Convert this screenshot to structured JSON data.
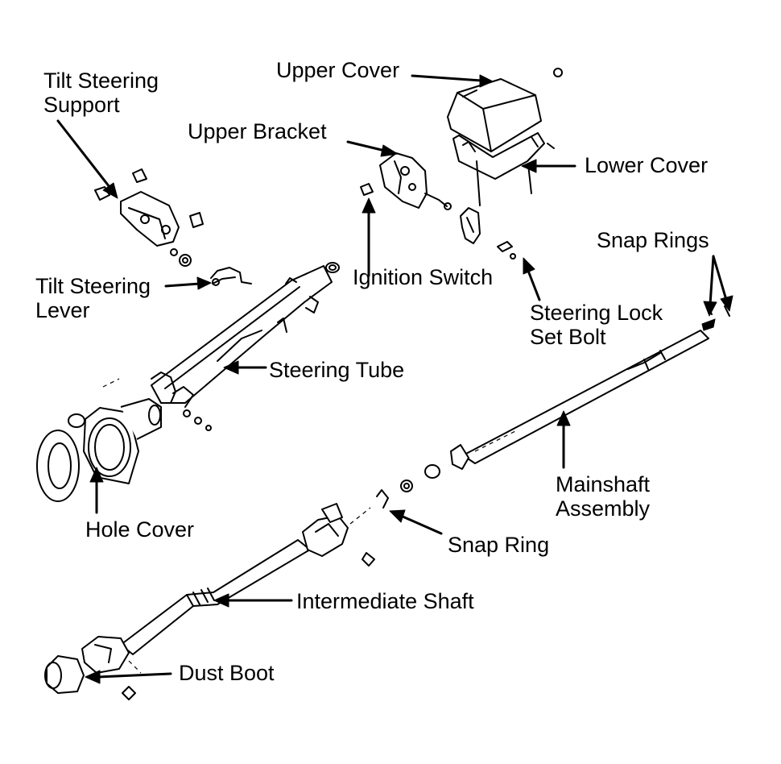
{
  "labels": {
    "upper_cover": "Upper Cover",
    "tilt_steering_support": [
      "Tilt Steering",
      "Support"
    ],
    "upper_bracket": "Upper Bracket",
    "lower_cover": "Lower Cover",
    "snap_rings": "Snap Rings",
    "ignition_switch": "Ignition Switch",
    "tilt_steering_lever": [
      "Tilt Steering",
      "Lever"
    ],
    "steering_lock_set_bolt": [
      "Steering Lock",
      "Set Bolt"
    ],
    "steering_tube": "Steering Tube",
    "mainshaft_assembly": [
      "Mainshaft",
      "Assembly"
    ],
    "hole_cover": "Hole Cover",
    "snap_ring": "Snap Ring",
    "intermediate_shaft": "Intermediate Shaft",
    "dust_boot": "Dust Boot"
  }
}
